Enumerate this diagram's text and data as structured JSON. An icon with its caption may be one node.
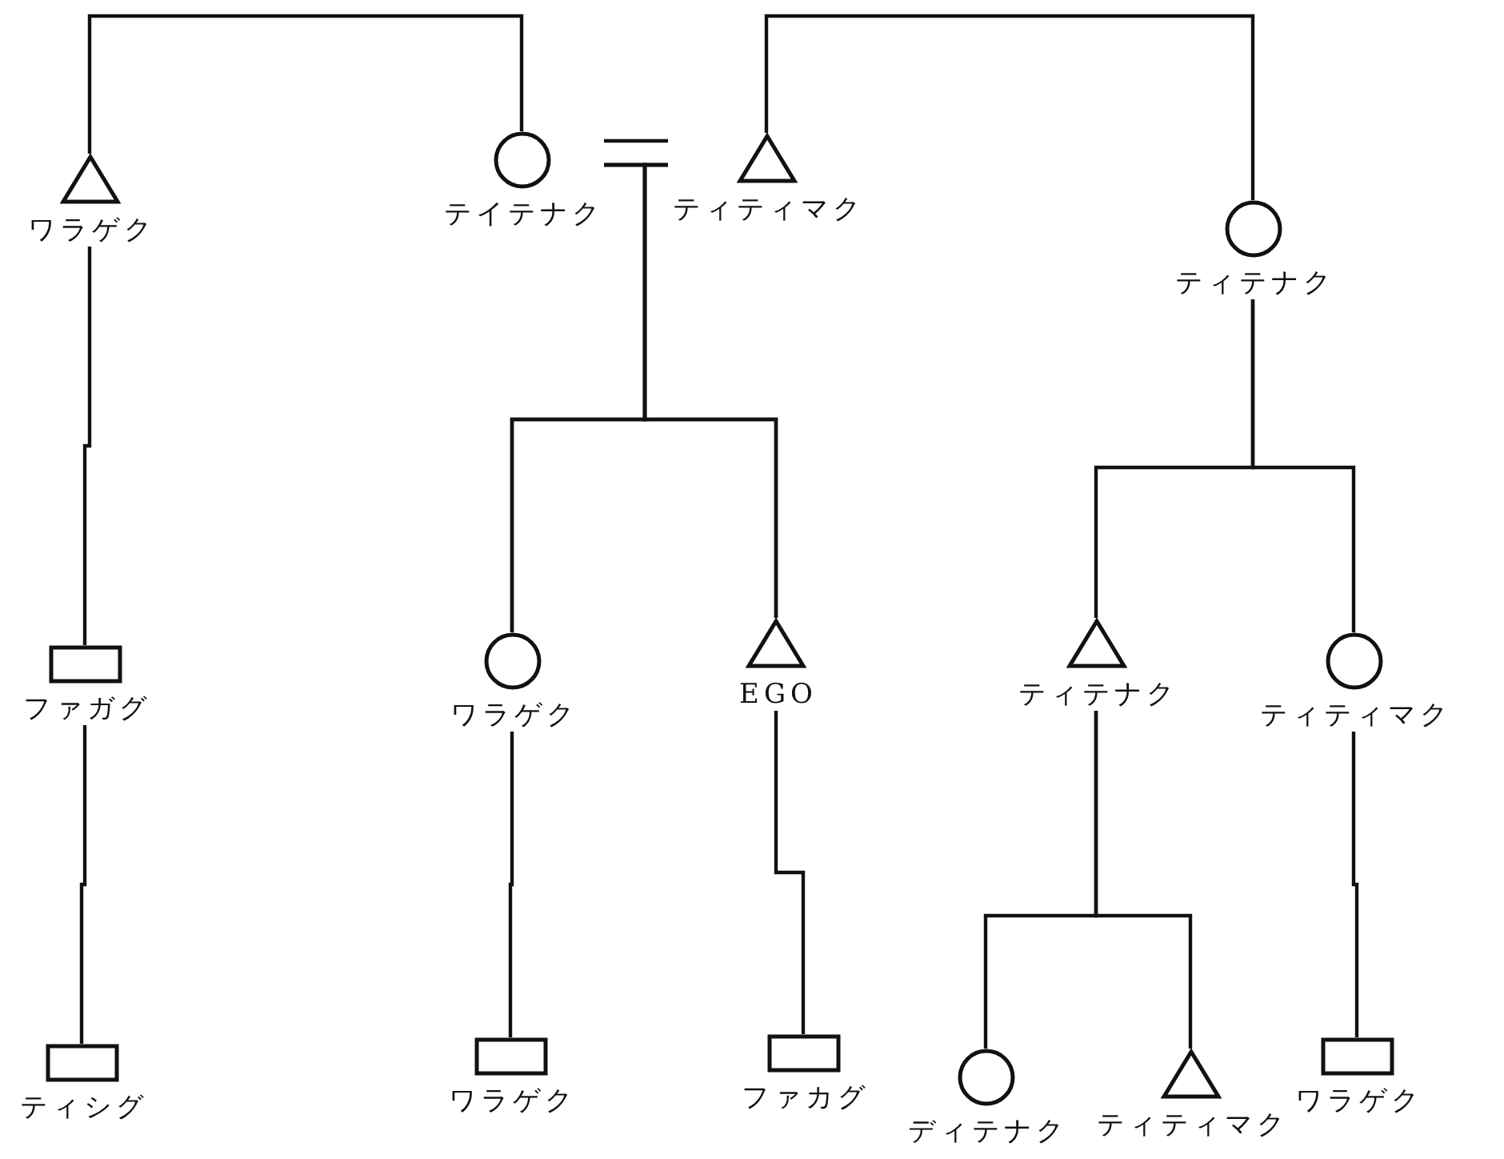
{
  "diagram": {
    "nodes": [
      {
        "text": [
          "ワラゲク"
        ]
      },
      {
        "text": [
          "テイテナク"
        ]
      },
      {
        "text": [
          "ティティマク"
        ]
      },
      {
        "text": [
          "ティテナク"
        ]
      },
      {
        "text": [
          "ファガグ"
        ]
      },
      {
        "text": [
          "ワラゲク"
        ]
      },
      {
        "text": [
          "EGO"
        ]
      },
      {
        "text": [
          "ティテナク"
        ]
      },
      {
        "text": [
          "ティティマク"
        ]
      },
      {
        "text": [
          "ティシグ"
        ]
      },
      {
        "text": [
          "ワラゲク"
        ]
      },
      {
        "text": [
          "ファカグ"
        ]
      },
      {
        "text": [
          "ディテナク"
        ]
      },
      {
        "text": [
          "ティティマク"
        ]
      },
      {
        "text": [
          "ワラゲク"
        ]
      }
    ],
    "edges": [
      {
        "from": 0,
        "to": 1,
        "arrow": "none"
      },
      {
        "from": 1,
        "to": 2,
        "arrow": "none"
      },
      {
        "from": 2,
        "to": 3,
        "arrow": "none"
      },
      {
        "from": 0,
        "to": 4,
        "arrow": "none"
      },
      {
        "from": 4,
        "to": 9,
        "arrow": "none"
      },
      {
        "from": 1,
        "to": 5,
        "arrow": "none"
      },
      {
        "from": 1,
        "to": 6,
        "arrow": "none"
      },
      {
        "from": 2,
        "to": 5,
        "arrow": "none"
      },
      {
        "from": 2,
        "to": 6,
        "arrow": "none"
      },
      {
        "from": 3,
        "to": 7,
        "arrow": "none"
      },
      {
        "from": 3,
        "to": 8,
        "arrow": "none"
      },
      {
        "from": 5,
        "to": 10,
        "arrow": "none"
      },
      {
        "from": 6,
        "to": 11,
        "arrow": "none"
      },
      {
        "from": 7,
        "to": 12,
        "arrow": "none"
      },
      {
        "from": 7,
        "to": 13,
        "arrow": "none"
      },
      {
        "from": 8,
        "to": 14,
        "arrow": "none"
      }
    ]
  }
}
